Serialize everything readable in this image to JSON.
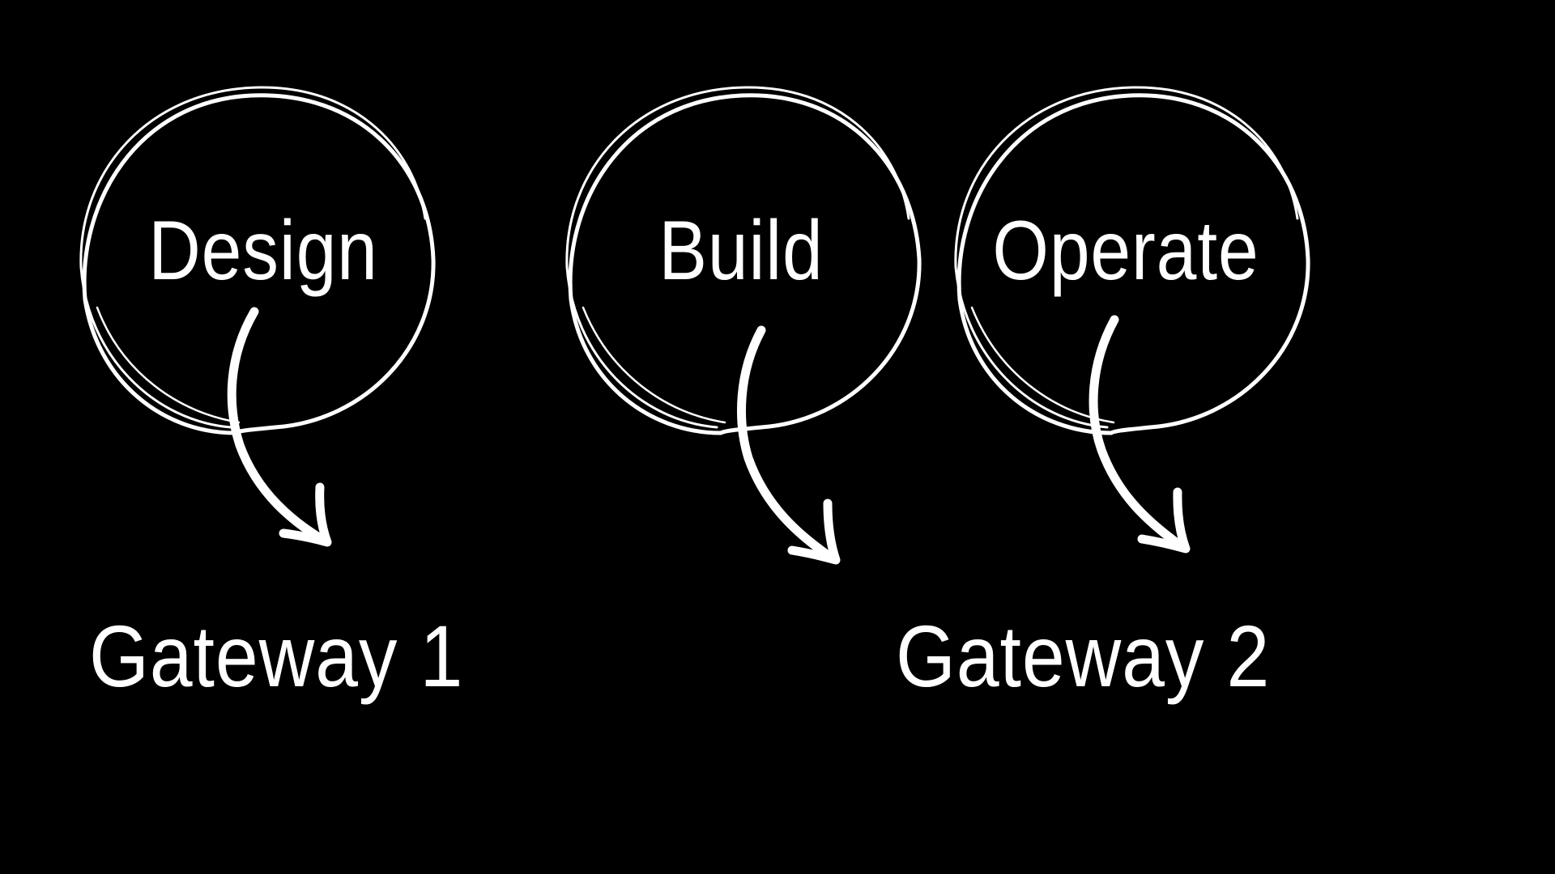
{
  "diagram": {
    "stages": [
      {
        "label": "Design"
      },
      {
        "label": "Build"
      },
      {
        "label": "Operate"
      }
    ],
    "gateways": [
      {
        "label": "Gateway 1"
      },
      {
        "label": "Gateway 2"
      }
    ],
    "colors": {
      "background": "#000000",
      "foreground": "#ffffff"
    }
  }
}
